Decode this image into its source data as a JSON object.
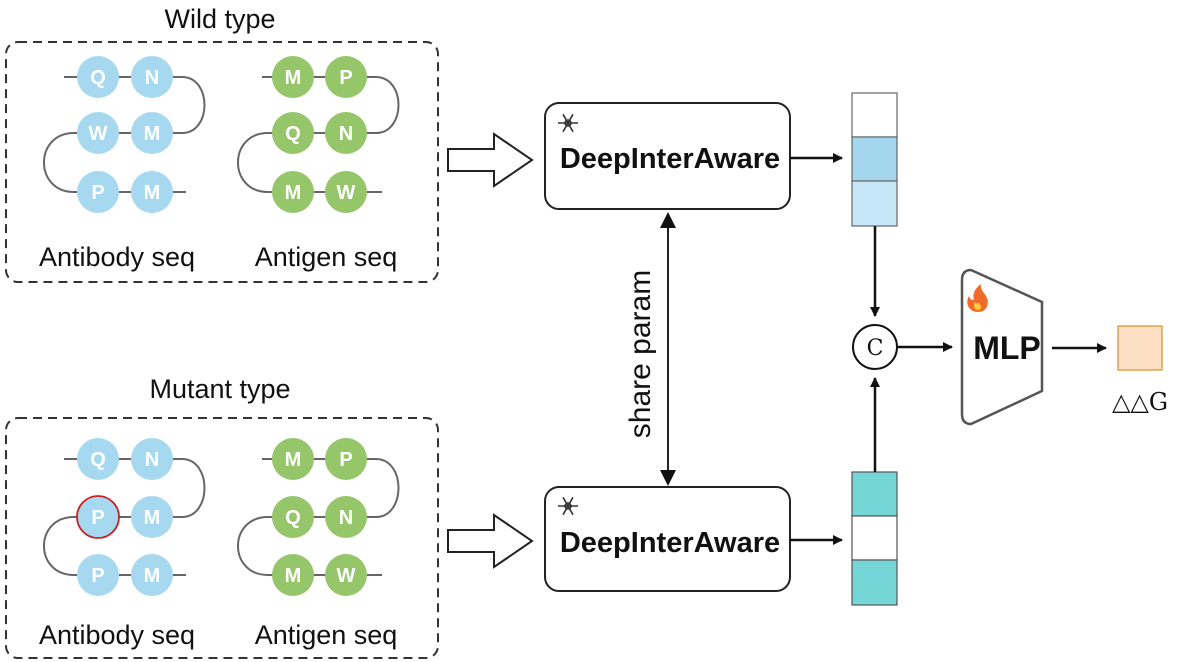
{
  "wild_panel": {
    "title": "Wild type",
    "antibody": {
      "label": "Antibody seq",
      "residues": [
        "Q",
        "N",
        "W",
        "M",
        "P",
        "M"
      ]
    },
    "antigen": {
      "label": "Antigen seq",
      "residues": [
        "M",
        "P",
        "Q",
        "N",
        "M",
        "W"
      ]
    }
  },
  "mutant_panel": {
    "title": "Mutant type",
    "antibody": {
      "label": "Antibody seq",
      "residues": [
        "Q",
        "N",
        "P",
        "M",
        "P",
        "M"
      ],
      "mutated_index": 2
    },
    "antigen": {
      "label": "Antigen seq",
      "residues": [
        "M",
        "P",
        "Q",
        "N",
        "M",
        "W"
      ]
    }
  },
  "model": {
    "top_label": "DeepInterAware",
    "bottom_label": "DeepInterAware",
    "frozen_icon": "snowflake-icon"
  },
  "share_label": "share param",
  "concat_symbol": "C",
  "mlp": {
    "label": "MLP",
    "trainable_icon": "fire-icon"
  },
  "output_label": "△△G",
  "colors": {
    "antibody": "#a6d8f0",
    "antigen": "#95c66a",
    "mutation_outline": "#cc1f1f",
    "wild_embedding": [
      "#ffffff",
      "#a4d6ee",
      "#c6e7f8"
    ],
    "mutant_embedding": [
      "#74d6d6",
      "#ffffff",
      "#74d6d6"
    ],
    "output": "#fde0c4",
    "output_border": "#e0a24a"
  }
}
